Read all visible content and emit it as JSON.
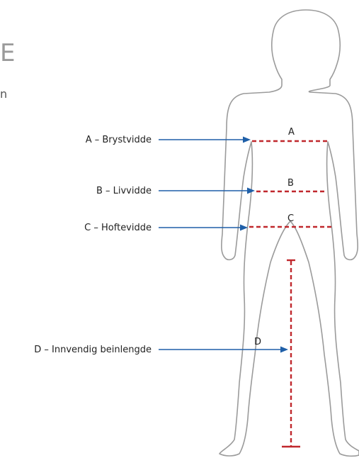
{
  "heading_fragment": "E",
  "subheading_fragment": "n",
  "measurements": [
    {
      "id": "A",
      "letter": "A",
      "label": "A – Brystvidde"
    },
    {
      "id": "B",
      "letter": "B",
      "label": "B – Livvidde"
    },
    {
      "id": "C",
      "letter": "C",
      "label": "C – Hoftevidde"
    },
    {
      "id": "D",
      "letter": "D",
      "label": "D – Innvendig beinlengde"
    }
  ],
  "colors": {
    "arrow": "#1f5fa8",
    "measure_line": "#c0282d",
    "body_outline": "#9b9b9b",
    "heading": "#9a9a9a"
  }
}
